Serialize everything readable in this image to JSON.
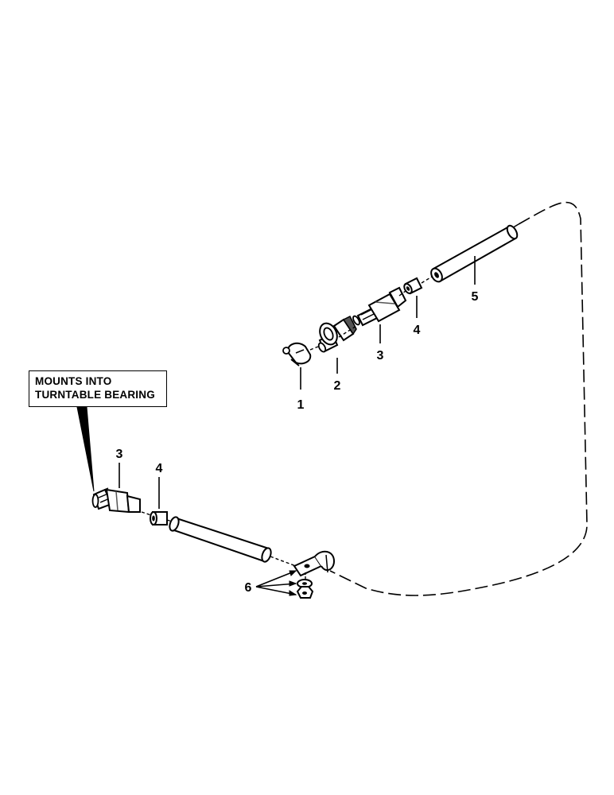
{
  "callout": {
    "line1": "MOUNTS INTO",
    "line2": "TURNTABLE BEARING"
  },
  "labels": {
    "item1": "1",
    "item2": "2",
    "item3_upper": "3",
    "item4_upper": "4",
    "item5": "5",
    "item3_lower": "3",
    "item4_lower": "4",
    "item6": "6"
  },
  "colors": {
    "ink": "#000000",
    "paper": "#ffffff",
    "shade": "#555555"
  }
}
